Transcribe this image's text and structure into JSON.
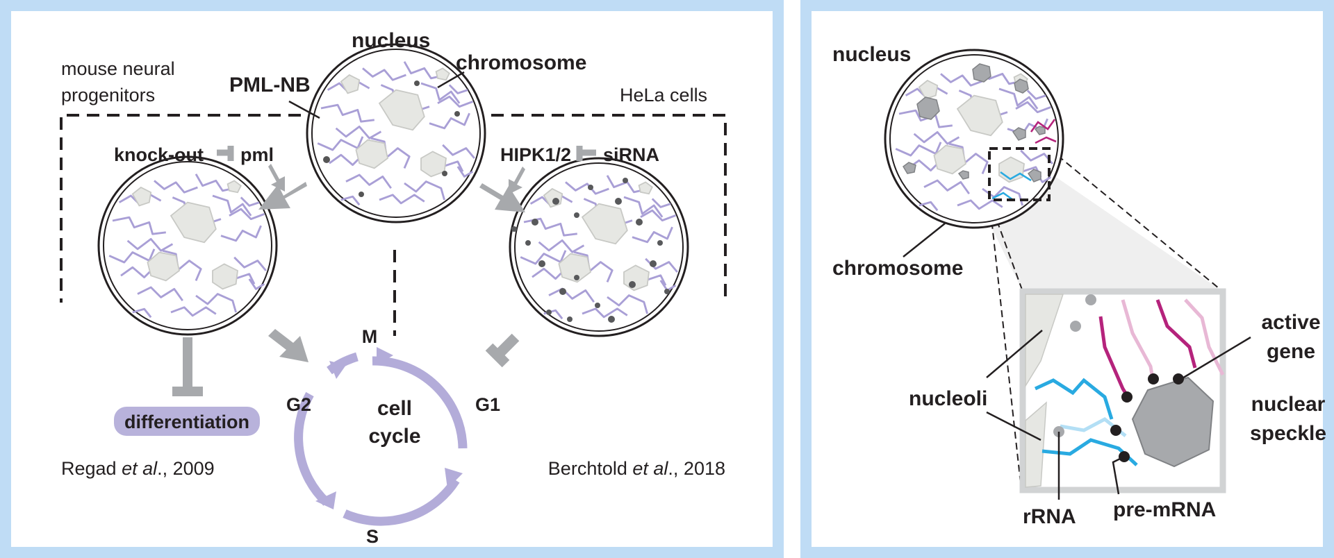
{
  "colors": {
    "panel_border": "#bfdcf5",
    "chromatin": "#a99fd6",
    "nucleolus": "#e6e7e3",
    "arrow_gray": "#a7a9ac",
    "cycle": "#b3acd9",
    "differentiation_fill": "#b8b2db",
    "rRNA_blue": "#29aae1",
    "active_magenta": "#b5237c",
    "speckle_gray": "#a7a9ac"
  },
  "left_panel": {
    "nucleus_label": "nucleus",
    "chromosome_label": "chromosome",
    "pmlnb_label": "PML-NB",
    "mouse_label_line1": "mouse neural",
    "mouse_label_line2": "progenitors",
    "hela_label": "HeLa cells",
    "knockout_label": "knock-out",
    "pml_label": "pml",
    "hipk_label": "HIPK1/2",
    "sirna_label": "siRNA",
    "differentiation_label": "differentiation",
    "cycle_title_line1": "cell",
    "cycle_title_line2": "cycle",
    "phase_m": "M",
    "phase_g1": "G1",
    "phase_g2": "G2",
    "phase_s": "S",
    "ref_left_prefix": "Regad ",
    "ref_left_italic": "et al",
    "ref_left_suffix": "., 2009",
    "ref_right_prefix": "Berchtold ",
    "ref_right_italic": "et al",
    "ref_right_suffix": "., 2018"
  },
  "right_panel": {
    "nucleus_label": "nucleus",
    "chromosome_label": "chromosome",
    "nucleoli_label": "nucleoli",
    "active_gene_line1": "active",
    "active_gene_line2": "gene",
    "speckle_line1": "nuclear",
    "speckle_line2": "speckle",
    "rrna_label": "rRNA",
    "premrna_label": "pre-mRNA"
  }
}
